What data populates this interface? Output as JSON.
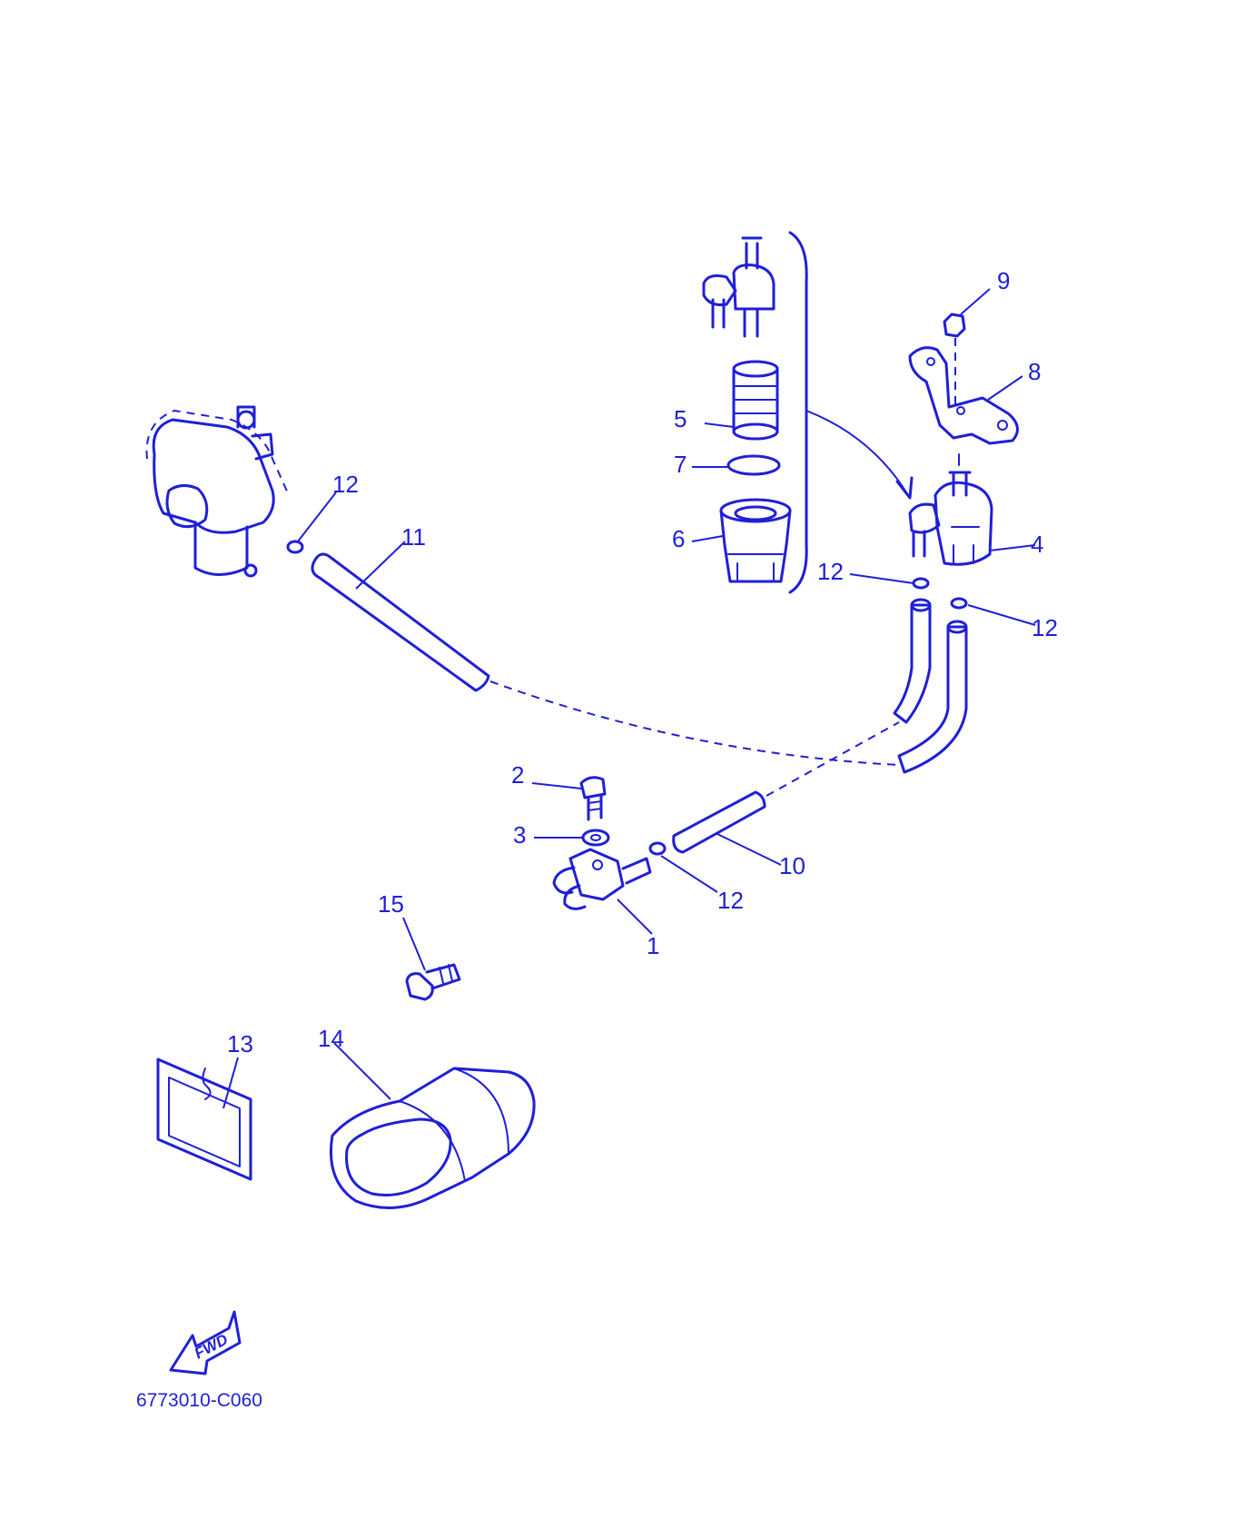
{
  "diagram": {
    "ink_color": "#1f1fd8",
    "part_labels": [
      "1",
      "2",
      "3",
      "4",
      "5",
      "6",
      "7",
      "8",
      "9",
      "10",
      "11",
      "12",
      "12",
      "12",
      "12",
      "12",
      "13",
      "14",
      "15"
    ],
    "direction_marker": "FWD",
    "drawing_code": "6773010-C060"
  }
}
